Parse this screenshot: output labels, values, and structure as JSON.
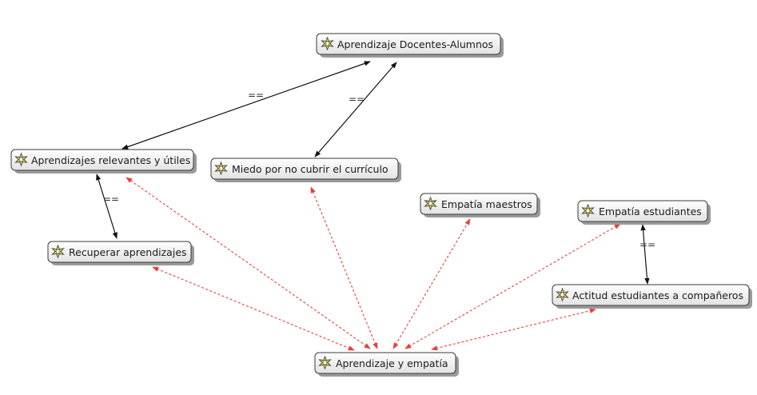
{
  "colors": {
    "relation_black": "#111111",
    "relation_red": "#e8403a",
    "node_border": "#3a3a3a",
    "icon_fill": "#f3e33a"
  },
  "nodes": {
    "docentes_alumnos": {
      "label": "Aprendizaje Docentes-Alumnos",
      "icon": "code-star-icon"
    },
    "relevantes_utiles": {
      "label": "Aprendizajes relevantes y útiles",
      "icon": "code-star-icon"
    },
    "miedo_curriculo": {
      "label": "Miedo por no cubrir el currículo",
      "icon": "code-star-icon"
    },
    "empatia_maestros": {
      "label": "Empatía maestros",
      "icon": "code-star-icon"
    },
    "empatia_estudiantes": {
      "label": "Empatía estudiantes",
      "icon": "code-star-icon"
    },
    "recuperar": {
      "label": "Recuperar aprendizajes",
      "icon": "code-star-icon"
    },
    "actitud_estudiantes": {
      "label": "Actitud estudiantes a compañeros",
      "icon": "code-star-icon"
    },
    "aprendizaje_empatia": {
      "label": "Aprendizaje y empatía",
      "icon": "code-star-icon"
    }
  },
  "relations": {
    "docentes_relevantes": "==",
    "docentes_miedo": "==",
    "relevantes_recuperar": "==",
    "empatia_actitud": "=="
  }
}
